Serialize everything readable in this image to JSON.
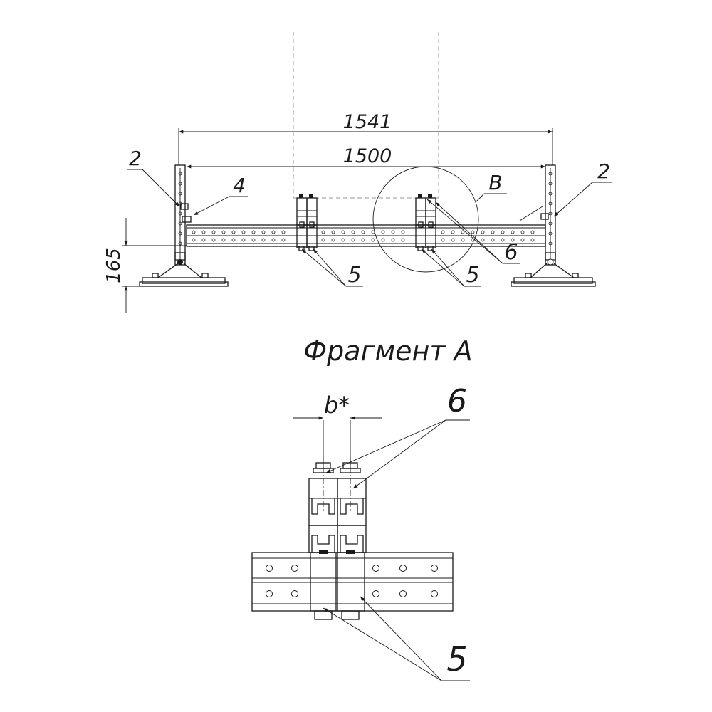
{
  "top_view": {
    "dim_overall": "1541",
    "dim_inner": "1500",
    "dim_height": "165",
    "callout_left_support": "2",
    "callout_right_support": "2",
    "callout_bracket": "4",
    "callout_detail": "B",
    "callout_clamps_left": "5",
    "callout_clamps_right": "5",
    "callout_bolts": "6"
  },
  "fragment": {
    "title": "Фрагмент А",
    "dim_width": "b*",
    "callout_bolts": "6",
    "callout_clamps": "5"
  }
}
